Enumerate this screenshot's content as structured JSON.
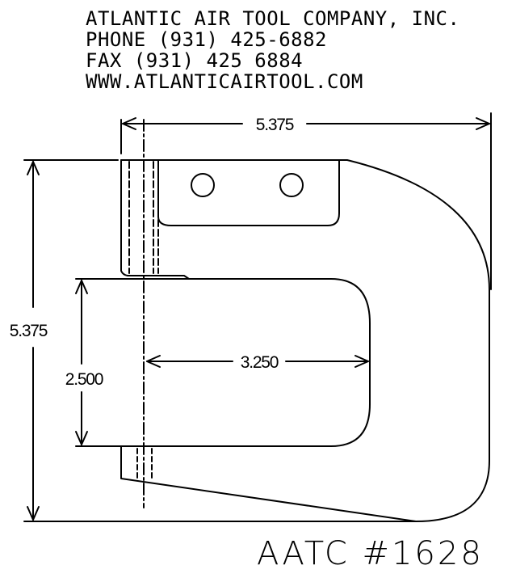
{
  "header": {
    "company": "ATLANTIC AIR TOOL COMPANY, INC.",
    "phone": "PHONE (931) 425-6882",
    "fax": "FAX (931) 425 6884",
    "website": "WWW.ATLANTICAIRTOOL.COM"
  },
  "dimensions": {
    "overall_width": "5.375",
    "overall_height": "5.375",
    "throat_depth": "3.250",
    "jaw_opening": "2.500"
  },
  "part_number": "AATC #1628"
}
